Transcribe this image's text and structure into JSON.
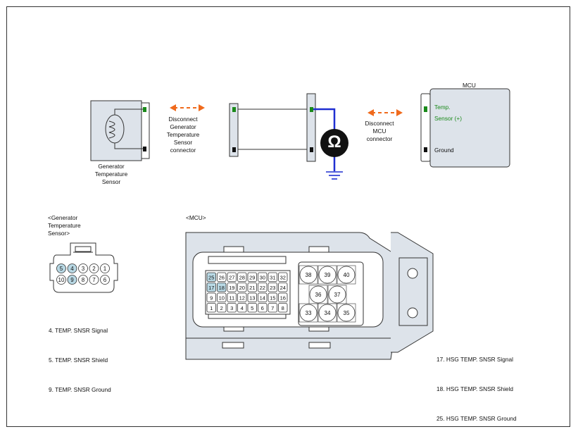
{
  "schematic": {
    "sensor_label": "Generator\nTemperature\nSensor",
    "disconnect_sensor": "Disconnect\nGenerator\nTemperature\nSensor\nconnector",
    "disconnect_mcu": "Disconnect\nMCU\nconnector",
    "mcu_title": "MCU",
    "mcu_pin_top": "Temp.\nSensor (+)",
    "mcu_pin_bottom": "Ground",
    "ohmmeter_symbol": "Ω"
  },
  "sensor_connector": {
    "title": "<Generator\nTemperature\nSensor>",
    "pins_top": [
      "5",
      "4",
      "3",
      "2",
      "1"
    ],
    "pins_bottom": [
      "10",
      "9",
      "8",
      "7",
      "6"
    ],
    "highlighted_pins": [
      "5",
      "4",
      "9"
    ],
    "legend": [
      "4. TEMP. SNSR Signal",
      "5. TEMP. SNSR Shield",
      "9. TEMP. SNSR Ground"
    ]
  },
  "mcu_connector": {
    "title": "<MCU>",
    "grid_rows": [
      [
        "25",
        "26",
        "27",
        "28",
        "29",
        "30",
        "31",
        "32"
      ],
      [
        "17",
        "18",
        "19",
        "20",
        "21",
        "22",
        "23",
        "24"
      ],
      [
        "9",
        "10",
        "11",
        "12",
        "13",
        "14",
        "15",
        "16"
      ],
      [
        "1",
        "2",
        "3",
        "4",
        "5",
        "6",
        "7",
        "8"
      ]
    ],
    "highlighted_pins": [
      "25",
      "17",
      "18"
    ],
    "large_pins_top": [
      "38",
      "39",
      "40"
    ],
    "large_pins_mid": [
      "36",
      "37"
    ],
    "large_pins_bottom": [
      "33",
      "34",
      "35"
    ],
    "legend": [
      "17. HSG TEMP. SNSR Signal",
      "18. HSG TEMP. SNSR Shield",
      "25. HSG TEMP. SNSR Ground"
    ]
  },
  "colors": {
    "arrow": "#f06a1c",
    "wire_blue": "#1f2fd1",
    "pin_green": "#1a8a1a",
    "pin_highlight": "#b8d8e4",
    "connector_fill": "#dde3ea"
  }
}
